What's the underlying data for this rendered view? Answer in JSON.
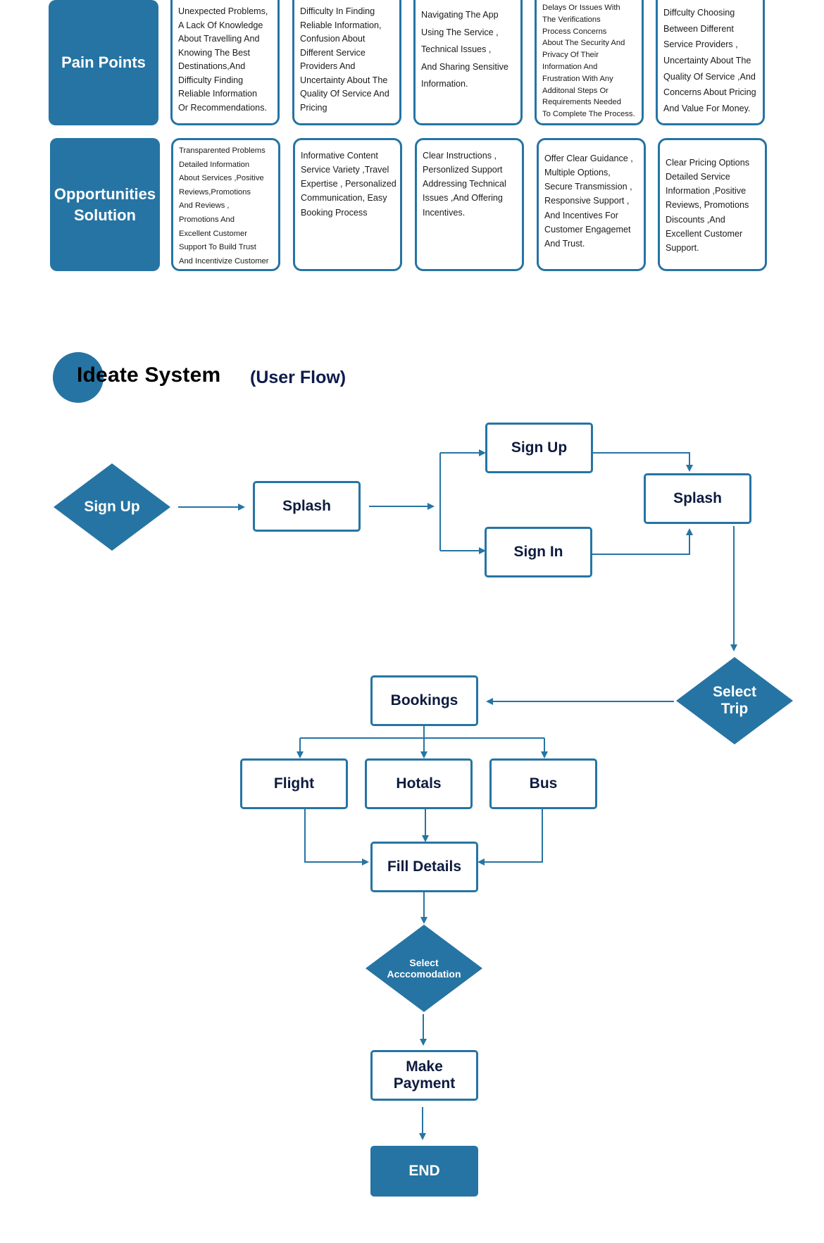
{
  "rows": [
    {
      "label_lines": [
        "Pain Points"
      ],
      "cards": [
        [
          "Unexpected Problems,",
          "A Lack Of Knowledge",
          "About Travelling And",
          "Knowing The Best",
          "Destinations,And",
          "Difficulty Finding",
          "Reliable Information",
          "Or Recommendations."
        ],
        [
          "Difficulty In Finding",
          "Reliable Information,",
          "Confusion About",
          "Different  Service",
          "Providers And",
          "Uncertainty About The",
          "Quality Of Service And",
          "Pricing"
        ],
        [
          "Navigating The App",
          "Using The Service ,",
          "Technical Issues ,",
          "And Sharing Sensitive",
          "Information."
        ],
        [
          "Delays Or Issues With",
          "The Verifications",
          "Process Concerns",
          "About The Security And",
          "Privacy Of Their",
          "Information And",
          "Frustration With Any",
          "Additonal Steps Or",
          "Requirements Needed",
          "To Complete The Process."
        ],
        [
          "Diffculty Choosing",
          "Between Different",
          "Service Providers ,",
          "Uncertainty About The",
          "Quality Of Service ,And",
          "Concerns About Pricing",
          "And Value For Money."
        ]
      ]
    },
    {
      "label_lines": [
        "Opportunities",
        "Solution"
      ],
      "cards": [
        [
          "Transparented Problems",
          "Detailed Information",
          "About Services ,Positive",
          "Reviews,Promotions",
          "And Reviews ,",
          "Promotions And",
          "Excellent Customer",
          "Support To Build Trust",
          "And Incentivize Customer"
        ],
        [
          "Informative Content",
          "Service Variety ,Travel",
          "Expertise , Personalized",
          "Communication, Easy",
          "Booking Process"
        ],
        [
          "Clear Instructions ,",
          "Personlized  Support",
          "Addressing Technical",
          "Issues ,And Offering",
          "Incentives."
        ],
        [
          "Offer Clear Guidance ,",
          "Multiple Options,",
          " Secure Transmission ,",
          "Responsive Support ,",
          "And Incentives For",
          "Customer Engagemet",
          "And Trust."
        ],
        [
          "Clear Pricing Options",
          "Detailed Service",
          "Information ,Positive",
          "Reviews, Promotions",
          "Discounts ,And",
          "Excellent Customer",
          "Support."
        ]
      ]
    }
  ],
  "section_title": "Ideate  System",
  "section_subtitle": "(User Flow)",
  "flow": {
    "start": "Sign Up",
    "splash_1": "Splash",
    "sign_up": "Sign Up",
    "sign_in": "Sign In",
    "splash_2": "Splash",
    "select_trip": [
      "Select",
      "Trip"
    ],
    "bookings": "Bookings",
    "flight": "Flight",
    "hotals": "Hotals",
    "bus": "Bus",
    "fill_details": "Fill Details",
    "select_accommodation": [
      "Select",
      "Acccomodation"
    ],
    "make_payment": [
      "Make",
      "Payment"
    ],
    "end": "END"
  },
  "colors": {
    "accent": "#2674a3",
    "text_dark": "#0d1b3e"
  }
}
